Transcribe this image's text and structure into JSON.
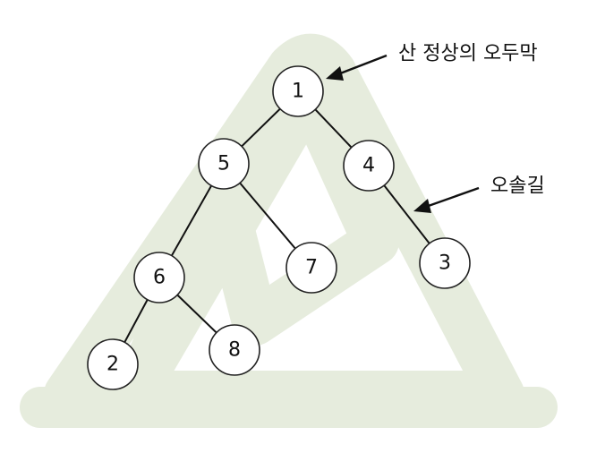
{
  "colors": {
    "mountain": "#e6ecdd",
    "node_fill": "#ffffff",
    "line": "#111111"
  },
  "nodes": [
    "1",
    "5",
    "4",
    "6",
    "7",
    "3",
    "2",
    "8"
  ],
  "edges": [
    [
      "1",
      "5"
    ],
    [
      "1",
      "4"
    ],
    [
      "5",
      "6"
    ],
    [
      "5",
      "7"
    ],
    [
      "4",
      "3"
    ],
    [
      "6",
      "2"
    ],
    [
      "6",
      "8"
    ]
  ],
  "annotations": {
    "peak_label": "산 정상의 오두막",
    "trail_label": "오솔길"
  }
}
